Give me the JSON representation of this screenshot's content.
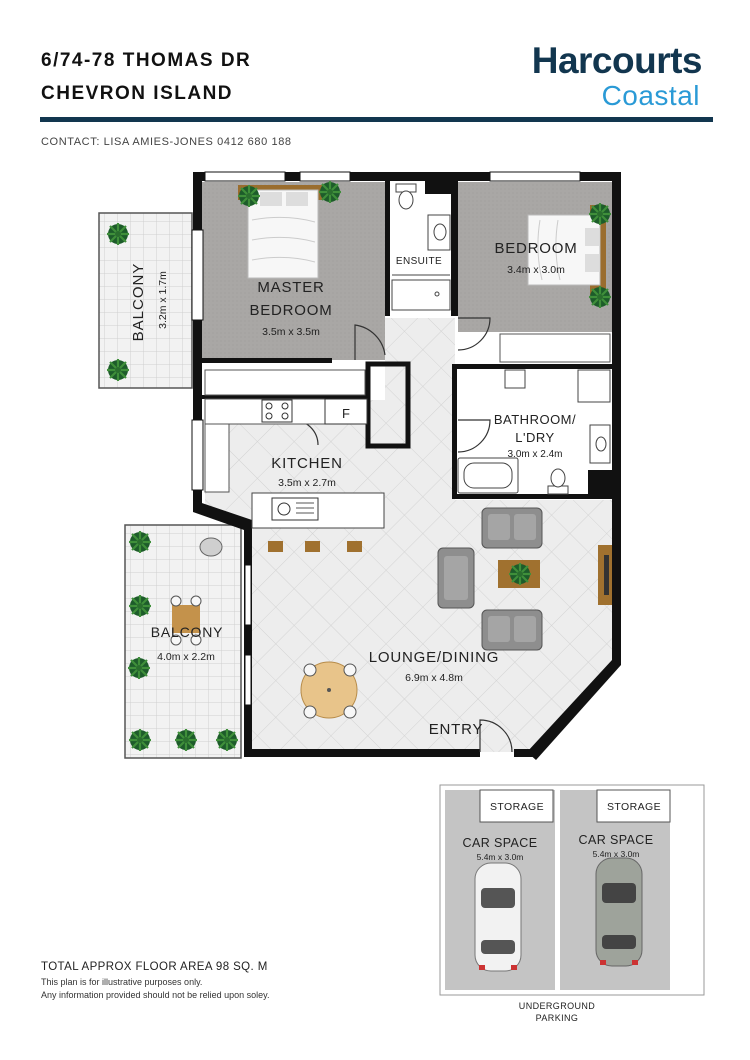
{
  "header": {
    "address_line1": "6/74-78 THOMAS DR",
    "address_line2": "CHEVRON ISLAND",
    "contact": "CONTACT: LISA AMIES-JONES 0412 680 188"
  },
  "logo": {
    "line1": "Harcourts",
    "line2": "Coastal",
    "brand_color": "#12364f",
    "accent_color": "#2a9ad6"
  },
  "rooms": {
    "master_bedroom": {
      "name_line1": "MASTER",
      "name_line2": "BEDROOM",
      "size": "3.5m x 3.5m"
    },
    "bedroom": {
      "name": "BEDROOM",
      "size": "3.4m x 3.0m"
    },
    "ensuite": {
      "name": "ENSUITE"
    },
    "bathroom": {
      "name_line1": "BATHROOM/",
      "name_line2": "L'DRY",
      "size": "3.0m x 2.4m"
    },
    "kitchen": {
      "name": "KITCHEN",
      "size": "3.5m x 2.7m",
      "fridge": "F"
    },
    "lounge": {
      "name": "LOUNGE/DINING",
      "size": "6.9m x 4.8m"
    },
    "balcony_top": {
      "name": "BALCONY",
      "size": "3.2m x 1.7m"
    },
    "balcony_left": {
      "name": "BALCONY",
      "size": "4.0m x 2.2m"
    },
    "entry": {
      "name": "ENTRY"
    }
  },
  "parking": {
    "spaces": [
      {
        "storage": "STORAGE",
        "name": "CAR SPACE",
        "size": "5.4m x 3.0m"
      },
      {
        "storage": "STORAGE",
        "name": "CAR SPACE",
        "size": "5.4m x 3.0m"
      }
    ],
    "label_line1": "UNDERGROUND",
    "label_line2": "PARKING"
  },
  "footer": {
    "total_area": "TOTAL APPROX FLOOR AREA 98 SQ. M",
    "note1": "This plan is for illustrative purposes only.",
    "note2": "Any information provided should not be relied upon soley."
  },
  "colors": {
    "carpet": "#a8a6a4",
    "tile": "#ececec",
    "wall": "#111111"
  }
}
